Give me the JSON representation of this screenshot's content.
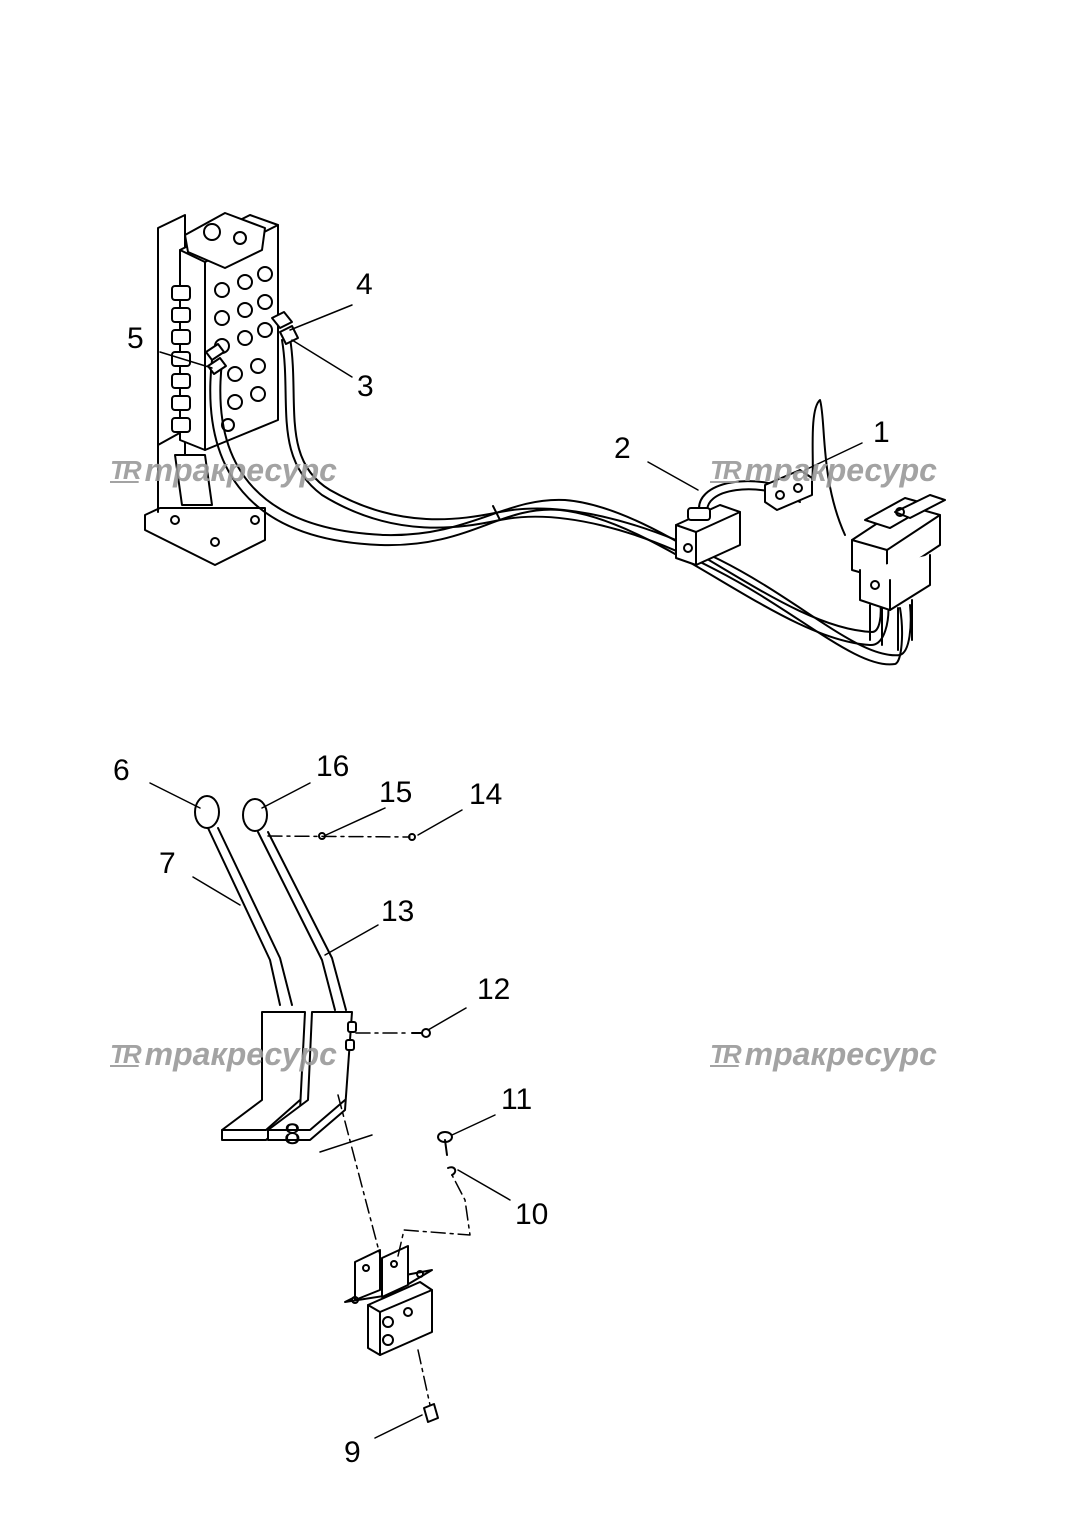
{
  "watermark": {
    "logo": "TR",
    "name": "тракресурс"
  },
  "callouts": [
    {
      "label": "1"
    },
    {
      "label": "2"
    },
    {
      "label": "3"
    },
    {
      "label": "4"
    },
    {
      "label": "5"
    },
    {
      "label": "6"
    },
    {
      "label": "7"
    },
    {
      "label": "8"
    },
    {
      "label": "9"
    },
    {
      "label": "10"
    },
    {
      "label": "11"
    },
    {
      "label": "12"
    },
    {
      "label": "13"
    },
    {
      "label": "14"
    },
    {
      "label": "15"
    },
    {
      "label": "16"
    }
  ],
  "colors": {
    "line": "#000000",
    "fill": "#ffffff",
    "watermark": "#9a9a9a"
  }
}
